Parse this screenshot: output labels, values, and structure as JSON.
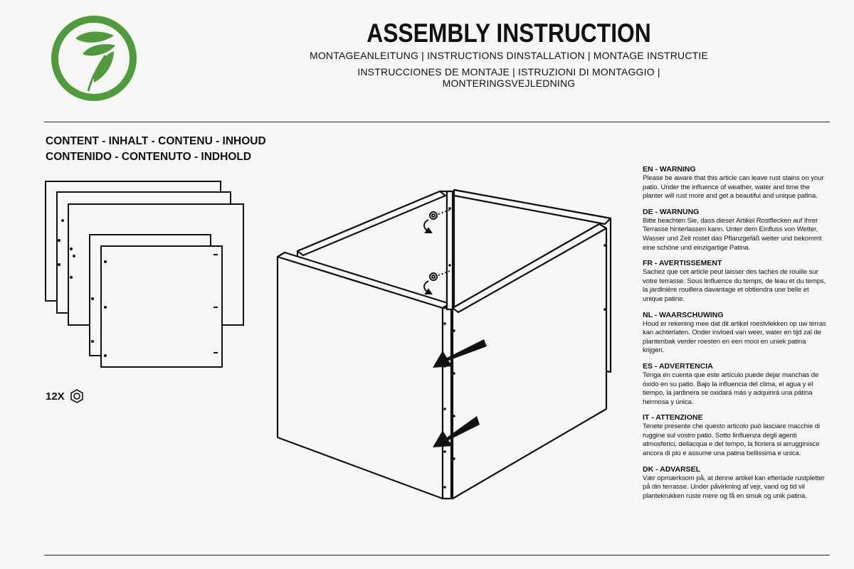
{
  "header": {
    "title": "ASSEMBLY INSTRUCTION",
    "subtitle_line1": "MONTAGEANLEITUNG | INSTRUCTIONS DINSTALLATION | MONTAGE INSTRUCTIE",
    "subtitle_line2": "INSTRUCCIONES DE MONTAJE | ISTRUZIONI DI MONTAGGIO | MONTERINGSVEJLEDNING",
    "logo_icon": "leaf-logo-icon",
    "brand_color": "#4f9a3a"
  },
  "content": {
    "heading_line1": "CONTENT - INHALT - CONTENU - INHOUD",
    "heading_line2": "CONTENIDO - CONTENUTO - INDHOLD",
    "hardware_count": "12X",
    "hardware_icon": "hex-nut-icon"
  },
  "warnings": [
    {
      "title": "EN - WARNING",
      "text": "Please be aware that this article can leave rust stains on your patio. Under the influence of weather, water and time the planter will rust more and get a beautiful and unique patina."
    },
    {
      "title": "DE - WARNUNG",
      "text": "Bitte beachten Sie, dass dieser Artikel Rostflecken auf Ihrer Terrasse hinterlassen kann. Unter dem Einfluss von Wetter, Wasser und Zeit rostet das Pflanzgefäß weiter und bekommt eine schöne und einzigartige Patina."
    },
    {
      "title": "FR - AVERTISSEMENT",
      "text": "Sachez que cet article peut laisser des taches de rouille sur votre terrasse. Sous linfluence du temps, de leau et du temps, la jardinière rouillera davantage et obtiendra une belle et unique patine."
    },
    {
      "title": "NL - WAARSCHUWING",
      "text": "Houd er rekening mee dat dit artikel roestvlekken op uw terras kan achterlaten. Onder invloed van weer, water en tijd zal de plantenbak verder roesten en een mooi en uniek patina krijgen."
    },
    {
      "title": "ES - ADVERTENCIA",
      "text": "Tenga en cuenta que este artículo puede dejar manchas de óxido en su patio. Bajo la influencia del clima, el agua y el tiempo, la jardinera se oxidará más y adquirirá una pátina hermosa y única."
    },
    {
      "title": "IT - ATTENZIONE",
      "text": "Tenete presente che questo articolo può lasciare macchie di ruggine sul vostro patio. Sotto linfluenza degli agenti atmosferici, dellacqua e del tempo, la fioriera si arrugginisce ancora di più e assume una patina bellissima e unica."
    },
    {
      "title": "DK - ADVARSEL",
      "text": "Vær opmærksom på, at denne artikel kan efterlade rustpletter på din terrasse. Under påvirkning af vejr, vand og tid vil plantekrukken ruste mere og få en smuk og unik patina."
    }
  ]
}
